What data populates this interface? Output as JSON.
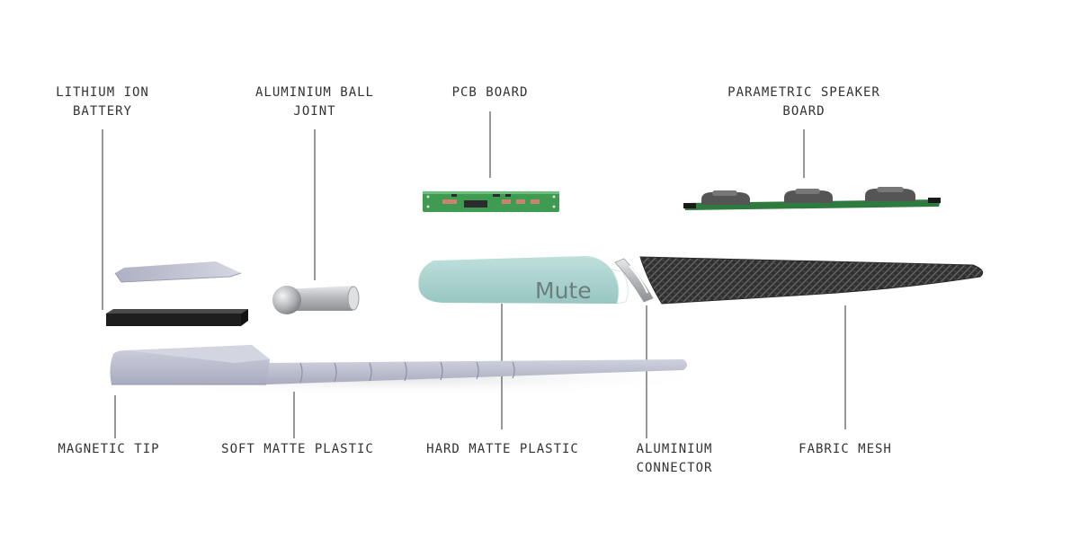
{
  "labels": {
    "lithium_ion_battery": [
      "LITHIUM ION",
      "BATTERY"
    ],
    "aluminium_ball_joint": [
      "ALUMINIUM BALL",
      "JOINT"
    ],
    "pcb_board": [
      "PCB BOARD"
    ],
    "parametric_speaker_board": [
      "PARAMETRIC SPEAKER",
      "BOARD"
    ],
    "magnetic_tip": [
      "MAGNETIC TIP"
    ],
    "soft_matte_plastic": [
      "SOFT MATTE PLASTIC"
    ],
    "hard_matte_plastic": [
      "HARD MATTE PLASTIC"
    ],
    "aluminium_connector": [
      "ALUMINIUM",
      "CONNECTOR"
    ],
    "fabric_mesh": [
      "FABRIC MESH"
    ]
  },
  "device_button_text": "Mute",
  "colors": {
    "label_text": "#333333",
    "leader_line": "#333333",
    "lavender_plastic": "#b9bcce",
    "mint_plastic": "#a9d3cf",
    "pcb_green": "#3f9a52",
    "battery_black": "#1e1e1e",
    "aluminium": "#bfc1c4",
    "mesh_dark": "#3a3a3a"
  }
}
